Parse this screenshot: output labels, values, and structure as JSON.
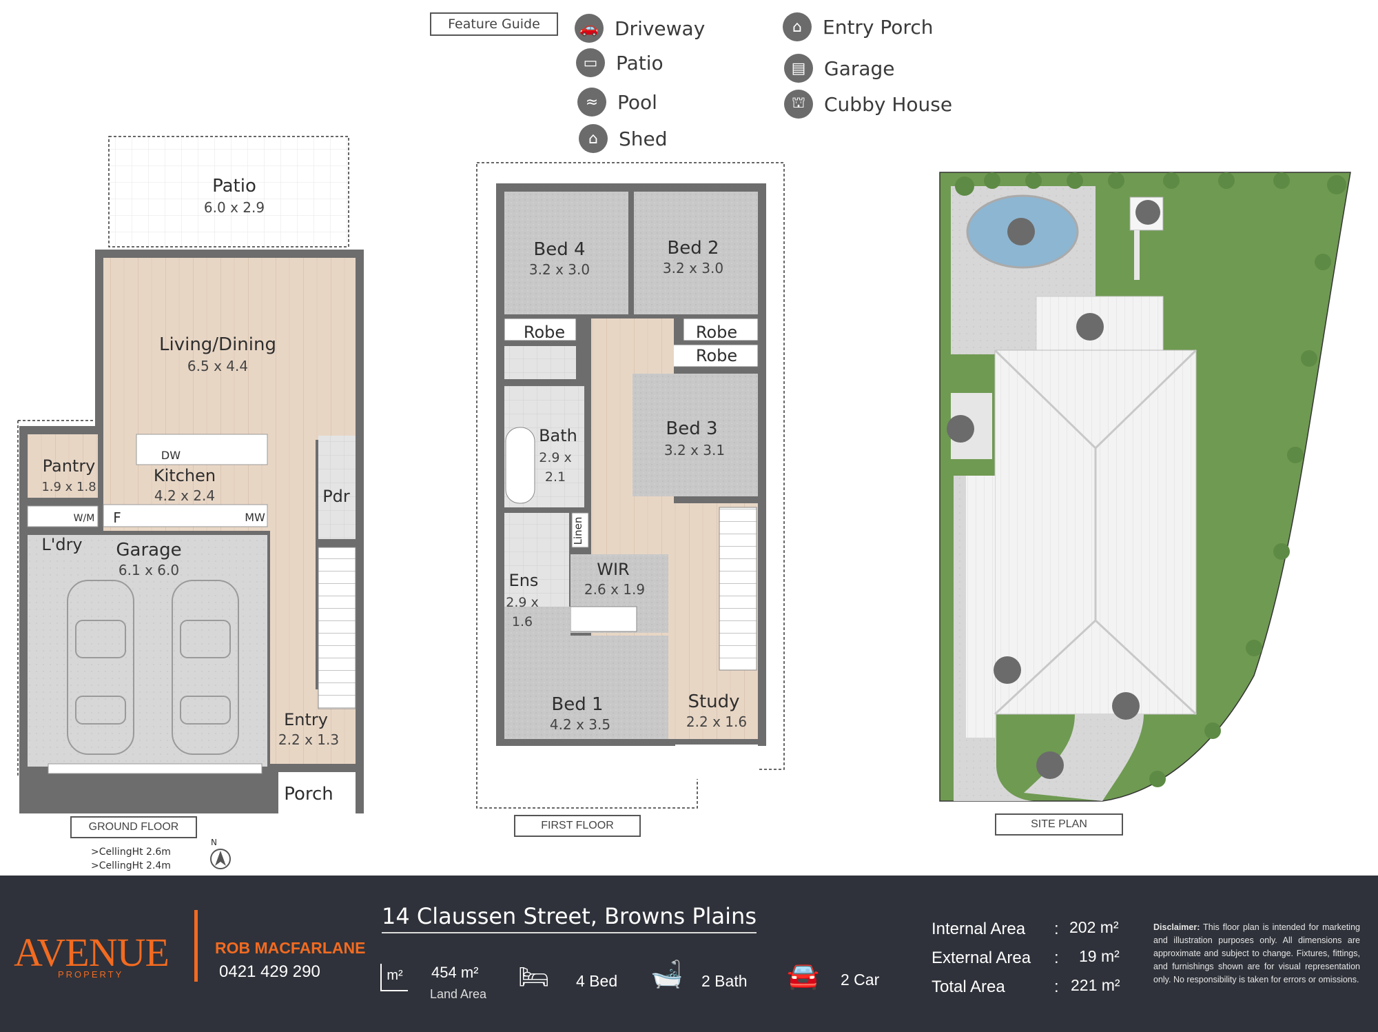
{
  "legend": {
    "title": "Feature Guide",
    "items": [
      {
        "label": "Driveway",
        "icon": "car-icon"
      },
      {
        "label": "Patio",
        "icon": "patio-icon"
      },
      {
        "label": "Pool",
        "icon": "pool-icon"
      },
      {
        "label": "Shed",
        "icon": "shed-icon"
      },
      {
        "label": "Entry Porch",
        "icon": "porch-icon"
      },
      {
        "label": "Garage",
        "icon": "garage-icon"
      },
      {
        "label": "Cubby House",
        "icon": "cubby-icon"
      }
    ]
  },
  "ground_floor": {
    "tag": "GROUND FLOOR",
    "ceiling_1": ">CellingHt 2.6m",
    "ceiling_2": ">CellingHt 2.4m",
    "north": "N",
    "rooms": {
      "patio": {
        "name": "Patio",
        "dim": "6.0 x 2.9"
      },
      "living": {
        "name": "Living/Dining",
        "dim": "6.5 x 4.4"
      },
      "pantry": {
        "name": "Pantry",
        "dim": "1.9 x 1.8"
      },
      "kitchen": {
        "name": "Kitchen",
        "dim": "4.2 x 2.4"
      },
      "pdr": {
        "name": "Pdr"
      },
      "ldry": {
        "name": "L'dry"
      },
      "garage": {
        "name": "Garage",
        "dim": "6.1 x 6.0"
      },
      "entry": {
        "name": "Entry",
        "dim": "2.2 x 1.3"
      },
      "porch": {
        "name": "Porch"
      }
    },
    "fixtures": {
      "dw": "DW",
      "wm": "W/M",
      "f": "F",
      "mw": "MW"
    }
  },
  "first_floor": {
    "tag": "FIRST FLOOR",
    "rooms": {
      "bed4": {
        "name": "Bed 4",
        "dim": "3.2 x 3.0"
      },
      "bed2": {
        "name": "Bed 2",
        "dim": "3.2 x 3.0"
      },
      "robe_a": {
        "name": "Robe"
      },
      "robe_b": {
        "name": "Robe"
      },
      "robe_c": {
        "name": "Robe"
      },
      "bed3": {
        "name": "Bed 3",
        "dim": "3.2 x 3.1"
      },
      "bath": {
        "name": "Bath",
        "dim1": "2.9 x",
        "dim2": "2.1"
      },
      "linen": {
        "name": "Linen"
      },
      "ens": {
        "name": "Ens",
        "dim1": "2.9 x",
        "dim2": "1.6"
      },
      "wir": {
        "name": "WIR",
        "dim": "2.6 x 1.9"
      },
      "bed1": {
        "name": "Bed 1",
        "dim": "4.2 x 3.5"
      },
      "study": {
        "name": "Study",
        "dim": "2.2 x 1.6"
      }
    }
  },
  "site_plan": {
    "tag": "SITE PLAN"
  },
  "footer": {
    "brand": "AVENUE",
    "brand_sub": "PROPERTY",
    "agent_name": "ROB MACFARLANE",
    "agent_phone": "0421 429 290",
    "address": "14 Claussen Street, Browns Plains",
    "land_value": "454 m²",
    "land_label": "Land Area",
    "beds": "4 Bed",
    "baths": "2 Bath",
    "cars": "2 Car",
    "internal_label": "Internal Area",
    "internal_value": "202 m²",
    "external_label": "External Area",
    "external_value": "19 m²",
    "total_label": "Total Area",
    "total_value": "221 m²",
    "disclaimer_title": "Disclaimer:",
    "disclaimer_text": "This floor plan is intended for marketing and illustration purposes only. All dimensions are approximate and subject to change. Fixtures, fittings, and furnishings shown are for visual representation only. No responsibility is taken for errors or omissions."
  },
  "colors": {
    "wood": "#e8d5c4",
    "grey_room": "#c9c9c9",
    "wall": "#6d6d6d",
    "grass": "#6f9a52",
    "footer_bg": "#2f323a",
    "accent": "#f26b21"
  }
}
